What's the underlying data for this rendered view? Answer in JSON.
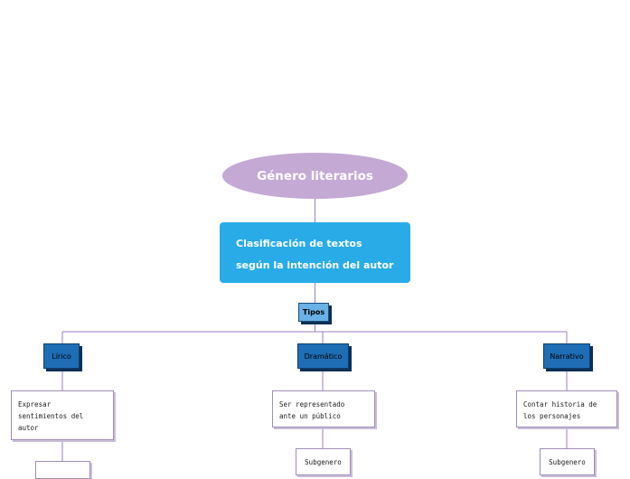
{
  "diagram": {
    "root": "Género literarios",
    "main": {
      "line1": "Clasificación de textos",
      "line2": "según la intención del autor"
    },
    "connector": "Tipos",
    "types": [
      {
        "label": "Lírico",
        "description": [
          "Expresar",
          "sentimientos del",
          "autor"
        ],
        "child": ""
      },
      {
        "label": "Dramático",
        "description": [
          "Ser representado",
          "ante un público"
        ],
        "child": "Subgenero"
      },
      {
        "label": "Narrativo",
        "description": [
          "Contar historia de",
          "los personajes"
        ],
        "child": "Subgenero"
      }
    ]
  },
  "colors": {
    "root": "#c4a9d4",
    "main": "#29abe8",
    "type_box": "#1d6eb5",
    "connector_box": "#6ab1e5",
    "line": "#9b7fbf"
  }
}
